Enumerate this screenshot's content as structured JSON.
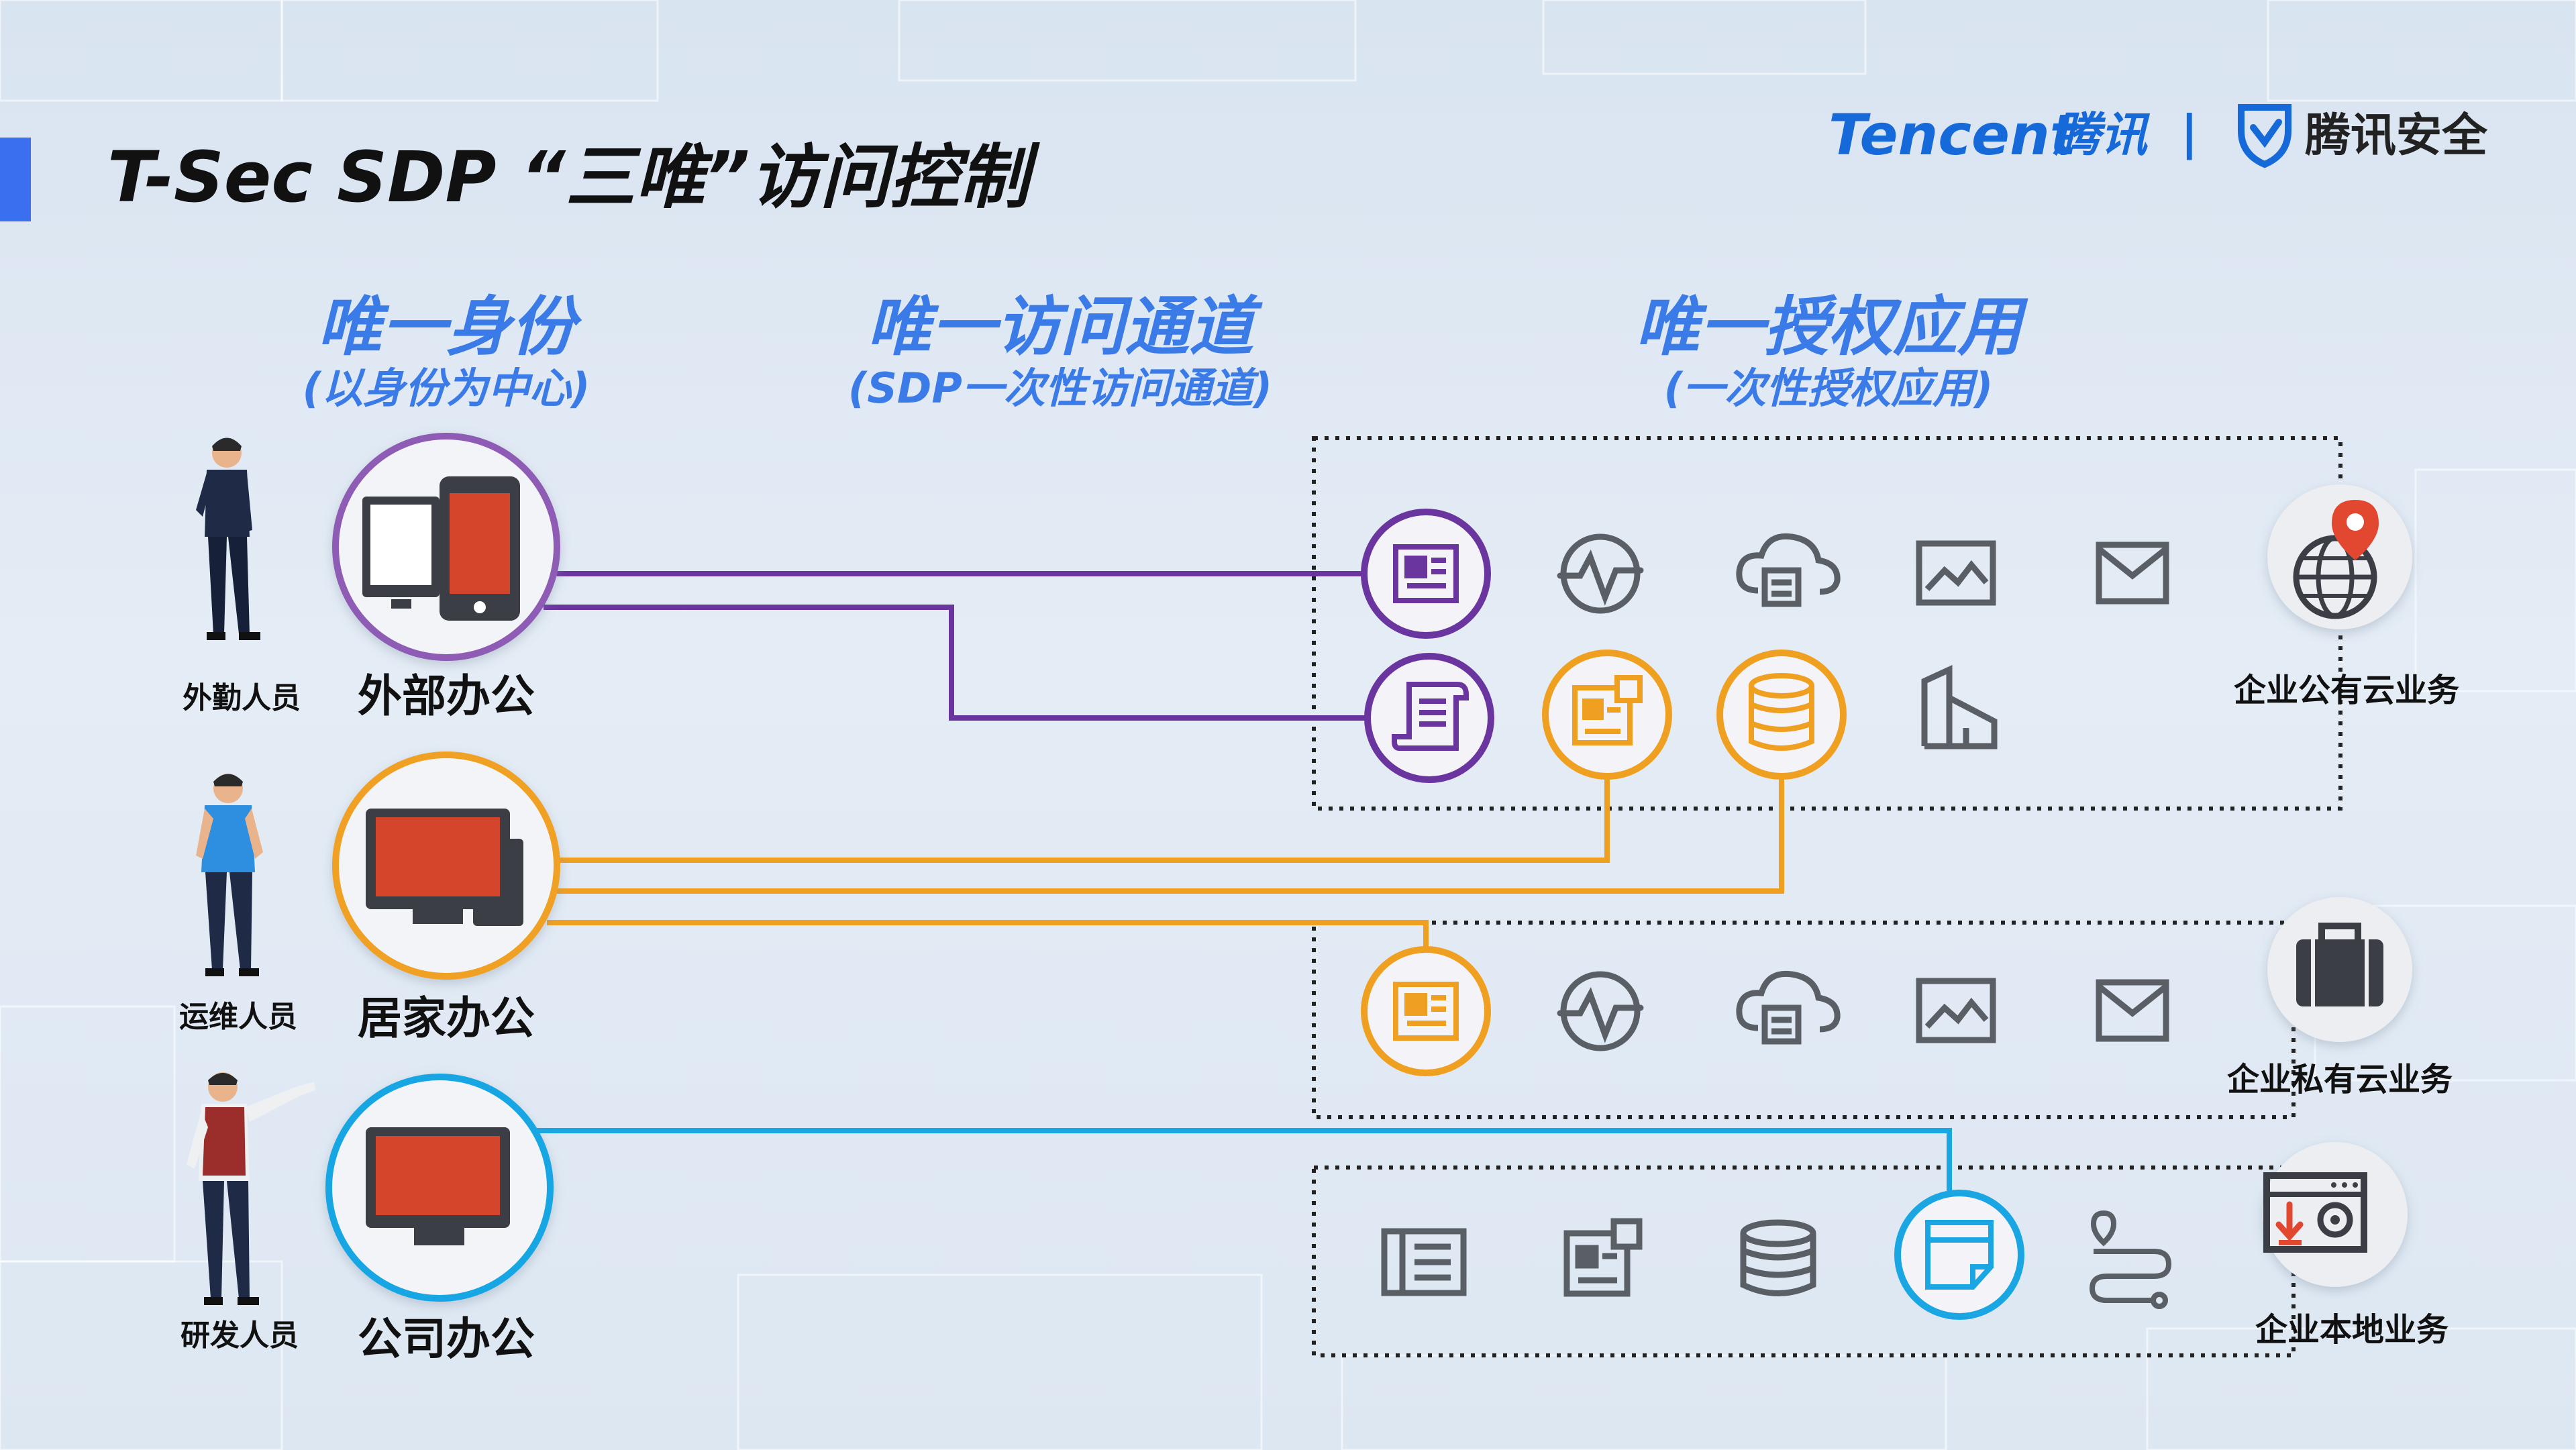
{
  "header": {
    "title": "T-Sec SDP “三唯”访问控制",
    "brand_logo_text": "Tencent",
    "brand_cn": "腾讯",
    "separator": "|",
    "security_brand": "腾讯安全"
  },
  "columns": [
    {
      "title": "唯一身份",
      "subtitle": "(以身份为中心)"
    },
    {
      "title": "唯一访问通道",
      "subtitle": "(SDP一次性访问通道)"
    },
    {
      "title": "唯一授权应用",
      "subtitle": "(一次性授权应用)"
    }
  ],
  "users": [
    {
      "role": "外勤人员",
      "scenario": "外部办公",
      "color": "#6b35a0",
      "icon": "phone-and-desktop-icon"
    },
    {
      "role": "运维人员",
      "scenario": "居家办公",
      "color": "#f0a020",
      "icon": "workstation-icon"
    },
    {
      "role": "研发人员",
      "scenario": "公司办公",
      "color": "#19a6e3",
      "icon": "monitor-icon"
    }
  ],
  "zones": [
    {
      "label": "企业公有云业务",
      "icon": "globe-location-icon"
    },
    {
      "label": "企业私有云业务",
      "icon": "briefcase-icon"
    },
    {
      "label": "企业本地业务",
      "icon": "download-settings-icon"
    }
  ],
  "apps": {
    "public_row1": [
      "document-icon",
      "pulse-icon",
      "cloud-server-icon",
      "image-chart-icon",
      "mail-icon"
    ],
    "public_row2": [
      "scroll-document-icon",
      "id-card-icon",
      "database-icon",
      "building-icon"
    ],
    "private_row": [
      "document-icon",
      "pulse-icon",
      "cloud-server-icon",
      "image-chart-icon",
      "mail-icon"
    ],
    "local_row": [
      "list-document-icon",
      "id-card-icon",
      "database-icon",
      "note-icon",
      "route-icon"
    ]
  },
  "colors": {
    "accent_blue": "#3a7be8",
    "purple": "#6b35a0",
    "orange": "#f0a020",
    "cyan": "#19a6e3",
    "device_red": "#d5452b",
    "icon_gray": "#5a5f66",
    "title_bar": "#3a6ff0"
  }
}
